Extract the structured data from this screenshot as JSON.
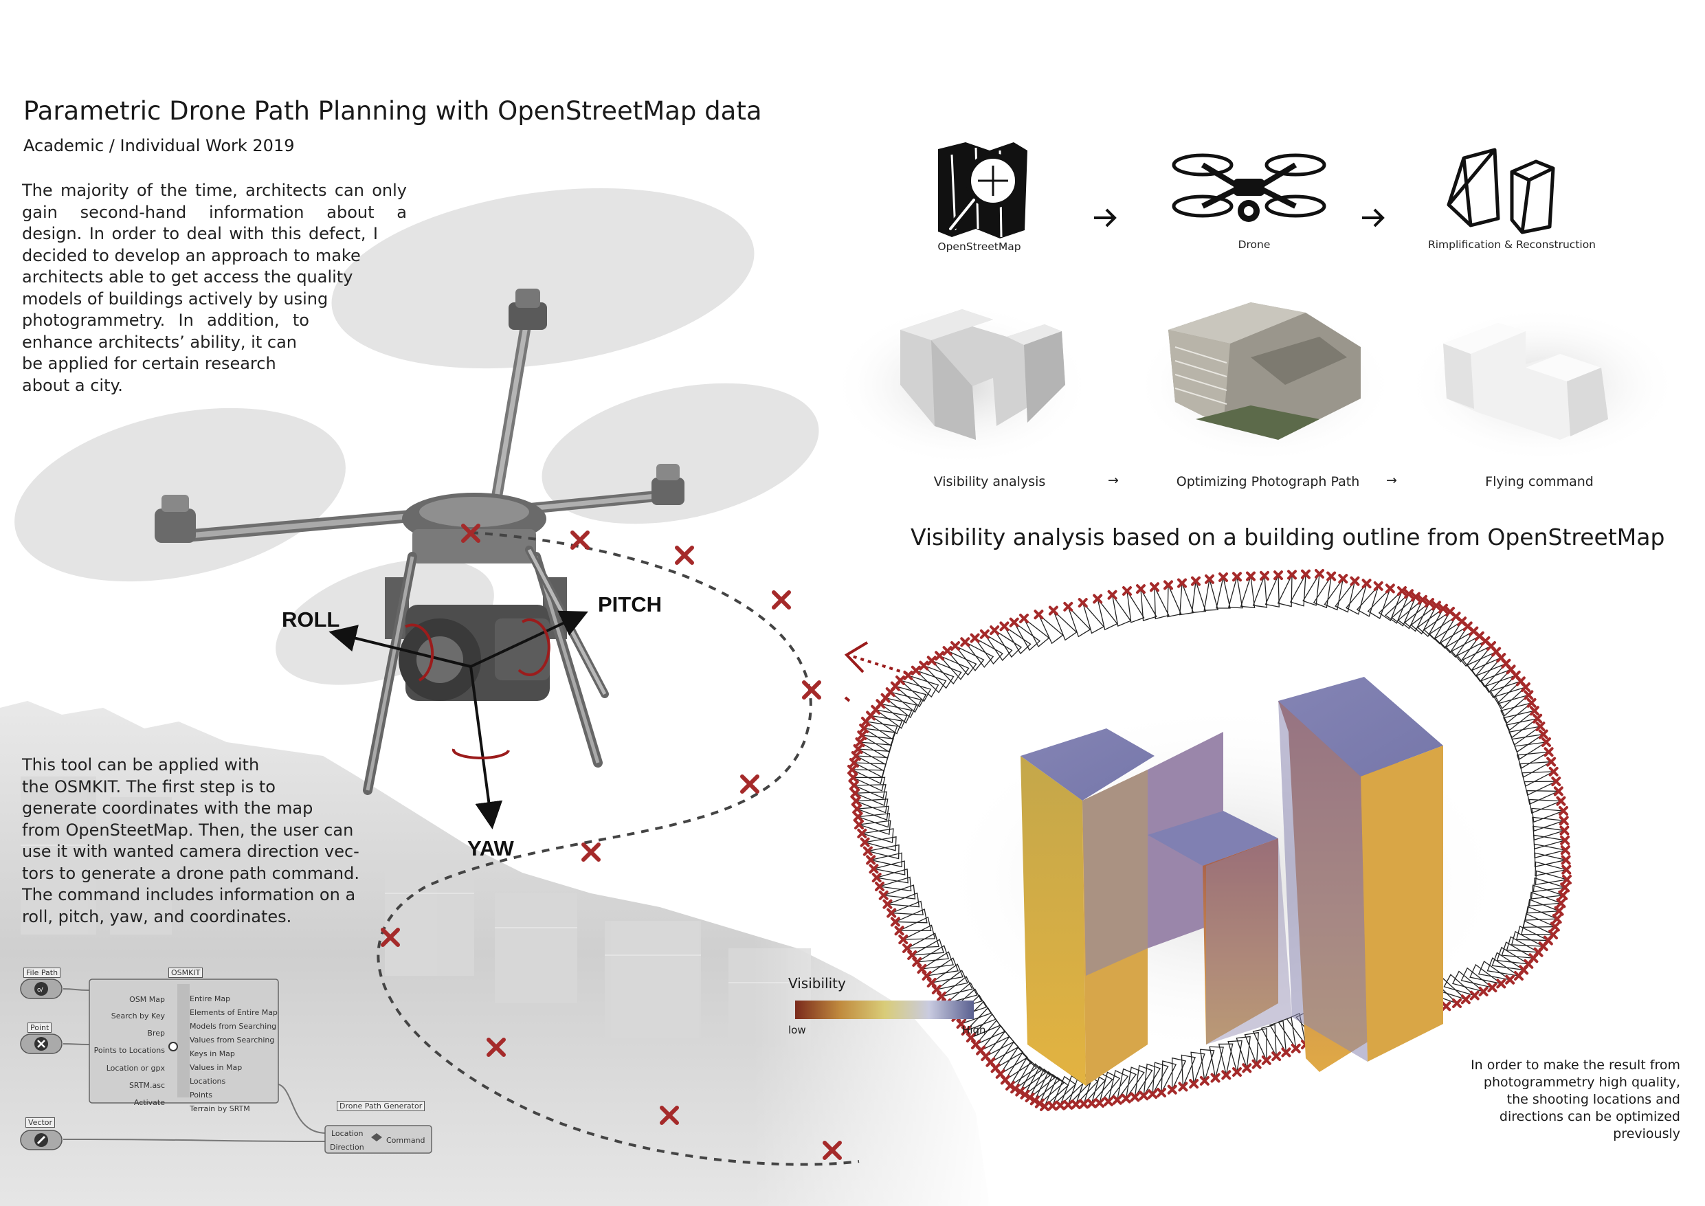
{
  "header": {
    "title": "Parametric Drone Path Planning with OpenStreetMap data",
    "subtitle": "Academic / Individual Work 2019"
  },
  "intro": {
    "lines": [
      "The majority of the time, architects can only",
      "gain second-hand information about a",
      "design. In order to deal with this defect, I",
      "decided to develop an approach to make",
      "architects able to get access the quality",
      "models of buildings actively by using",
      "photogrammetry. In addition, to",
      "enhance architects’ ability, it can",
      "be applied for certain research",
      "about a city."
    ]
  },
  "tool_text": {
    "lines": [
      "This tool can be applied with",
      "the OSMKIT. The first step is to",
      "generate coordinates with the map",
      "from OpenSteetMap. Then, the user can",
      "use it with wanted camera direction vec-",
      "tors to generate a drone path command.",
      "The command includes information on a",
      "roll, pitch, yaw, and coordinates."
    ]
  },
  "drone_axes": {
    "roll": "ROLL",
    "pitch": "PITCH",
    "yaw": "YAW"
  },
  "workflow": {
    "icons": [
      {
        "label": "OpenStreetMap",
        "icon": "map-search-icon"
      },
      {
        "label": "Drone",
        "icon": "drone-icon"
      },
      {
        "label": "Rimplification & Reconstruction",
        "icon": "wireframe-boxes-icon"
      }
    ],
    "steps": [
      {
        "label": "Visibility analysis"
      },
      {
        "label": "Optimizing Photograph Path"
      },
      {
        "label": "Flying command"
      }
    ]
  },
  "visibility": {
    "section_title": "Visibility analysis based on a building outline from OpenStreetMap",
    "legend": {
      "title": "Visibility",
      "low": "low",
      "high": "High"
    },
    "gradient_colors": [
      "#7a2a1c",
      "#c08a3e",
      "#d9cc78",
      "#c9cbe0",
      "#5a6090"
    ],
    "note_lines": [
      "In order to make the result from",
      "photogrammetry high quality,",
      "the shooting locations and",
      "directions can be optimized",
      "previously"
    ]
  },
  "grasshopper": {
    "file_path": {
      "title": "File Path"
    },
    "point": {
      "title": "Point"
    },
    "vector": {
      "title": "Vector"
    },
    "osmkit": {
      "title": "OSMKIT",
      "inputs": [
        "OSM Map",
        "Search by Key",
        "Brep",
        "Points to Locations",
        "Location or gpx",
        "SRTM.asc",
        "Activate"
      ],
      "outputs": [
        "Entire Map",
        "Elements of Entire Map",
        "Models from Searching",
        "Values from Searching",
        "Keys in Map",
        "Values in Map",
        "Locations",
        "Points",
        "Terrain by SRTM"
      ]
    },
    "drone_path": {
      "title": "Drone Path Generator",
      "inputs": [
        "Location",
        "Direction"
      ],
      "output": "Command"
    }
  },
  "colors": {
    "path_marker": "#a52a2a",
    "accent_red": "#9b1c1c",
    "dark_text": "#1a1a1a"
  }
}
